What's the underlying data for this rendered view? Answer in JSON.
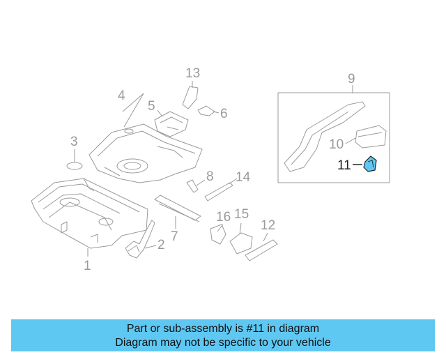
{
  "callouts": {
    "c1": "1",
    "c2": "2",
    "c3": "3",
    "c4": "4",
    "c5": "5",
    "c6": "6",
    "c7": "7",
    "c8": "8",
    "c9": "9",
    "c10": "10",
    "c11": "11",
    "c12": "12",
    "c13": "13",
    "c14": "14",
    "c15": "15",
    "c16": "16"
  },
  "highlight_part": "11",
  "colors": {
    "line": "#9a9a9a",
    "highlight": "#5ec8f2",
    "banner": "#5ec8f2",
    "callout_highlight": "#222222"
  },
  "banner": {
    "line1": "Part or sub-assembly is #11 in diagram",
    "line2": "Diagram may not be specific to your vehicle"
  }
}
